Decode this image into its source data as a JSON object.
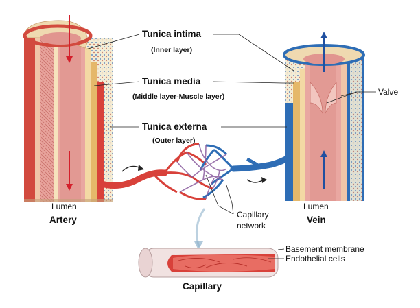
{
  "labels": {
    "tunica_intima": "Tunica intima",
    "inner_layer": "(Inner layer)",
    "tunica_media": "Tunica media",
    "middle_layer": "(Middle layer-Muscle layer)",
    "tunica_externa": "Tunica externa",
    "outer_layer": "(Outer layer)",
    "valve": "Valve",
    "lumen_artery": "Lumen",
    "artery": "Artery",
    "lumen_vein": "Lumen",
    "vein": "Vein",
    "capillary_network_line1": "Capillary",
    "capillary_network_line2": "network",
    "basement_membrane": "Basement membrane",
    "endothelial_cells": "Endothelial cells",
    "capillary": "Capillary"
  },
  "colors": {
    "arterial_red": "#d8413a",
    "venous_blue": "#2e6db5",
    "intima_pink": "#e7a7a3",
    "media_tan": "#e9c88f",
    "externa_cream": "#f4e7c5",
    "arrow_red": "#d41f2b",
    "arrow_blue": "#1f4fa0"
  }
}
